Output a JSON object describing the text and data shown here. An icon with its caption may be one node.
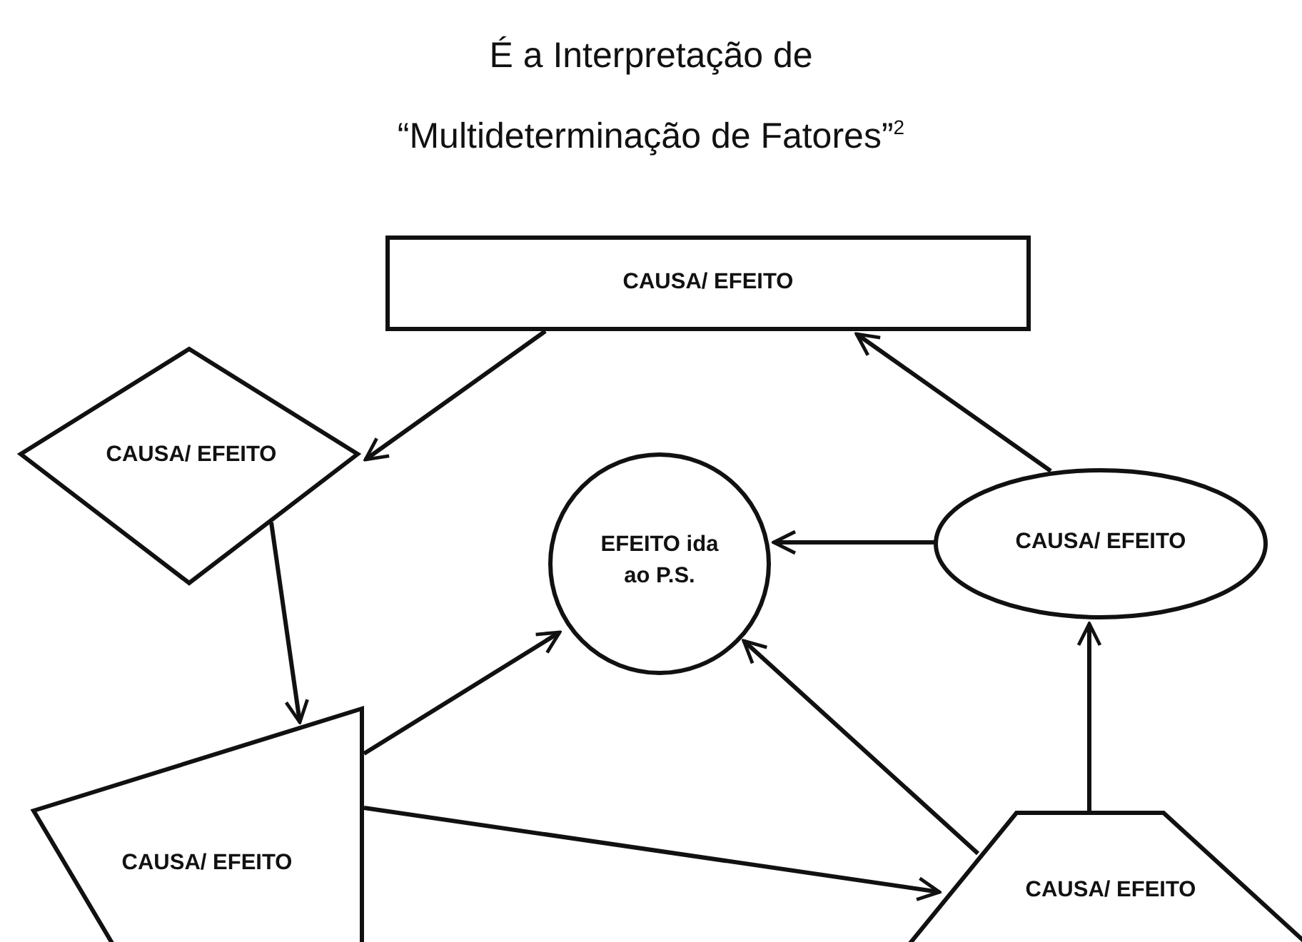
{
  "diagram": {
    "title": "É a Interpretação de “Multideterminação de Fatores”$^{2}$",
    "nodes": [
      {
        "text": [
          "CAUSA/ EFEITO"
        ]
      },
      {
        "text": [
          "CAUSA/ EFEITO"
        ]
      },
      {
        "text": [
          "EFEITO ida ao P.S."
        ]
      },
      {
        "text": [
          "CAUSA/ EFEITO"
        ]
      },
      {
        "text": [
          "CAUSA/ EFEITO"
        ]
      },
      {
        "text": [
          "CAUSA/ EFEITO"
        ]
      }
    ],
    "edges": [
      {
        "from": 0,
        "to": 1,
        "arrow": "to"
      },
      {
        "from": 1,
        "to": 4,
        "arrow": "to"
      },
      {
        "from": 4,
        "to": 2,
        "arrow": "to"
      },
      {
        "from": 4,
        "to": 5,
        "arrow": "to"
      },
      {
        "from": 5,
        "to": 2,
        "arrow": "to"
      },
      {
        "from": 5,
        "to": 3,
        "arrow": "to"
      },
      {
        "from": 3,
        "to": 2,
        "arrow": "to"
      },
      {
        "from": 3,
        "to": 0,
        "arrow": "to"
      }
    ]
  }
}
